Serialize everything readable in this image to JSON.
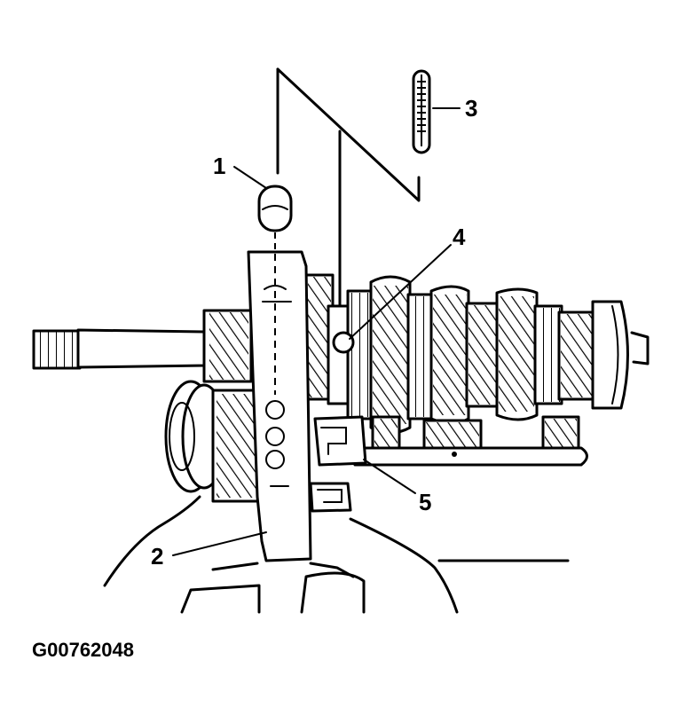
{
  "figure_code": "G00762048",
  "callouts": [
    {
      "id": "1",
      "label": "1"
    },
    {
      "id": "2",
      "label": "2"
    },
    {
      "id": "3",
      "label": "3"
    },
    {
      "id": "4",
      "label": "4"
    },
    {
      "id": "5",
      "label": "5"
    }
  ]
}
